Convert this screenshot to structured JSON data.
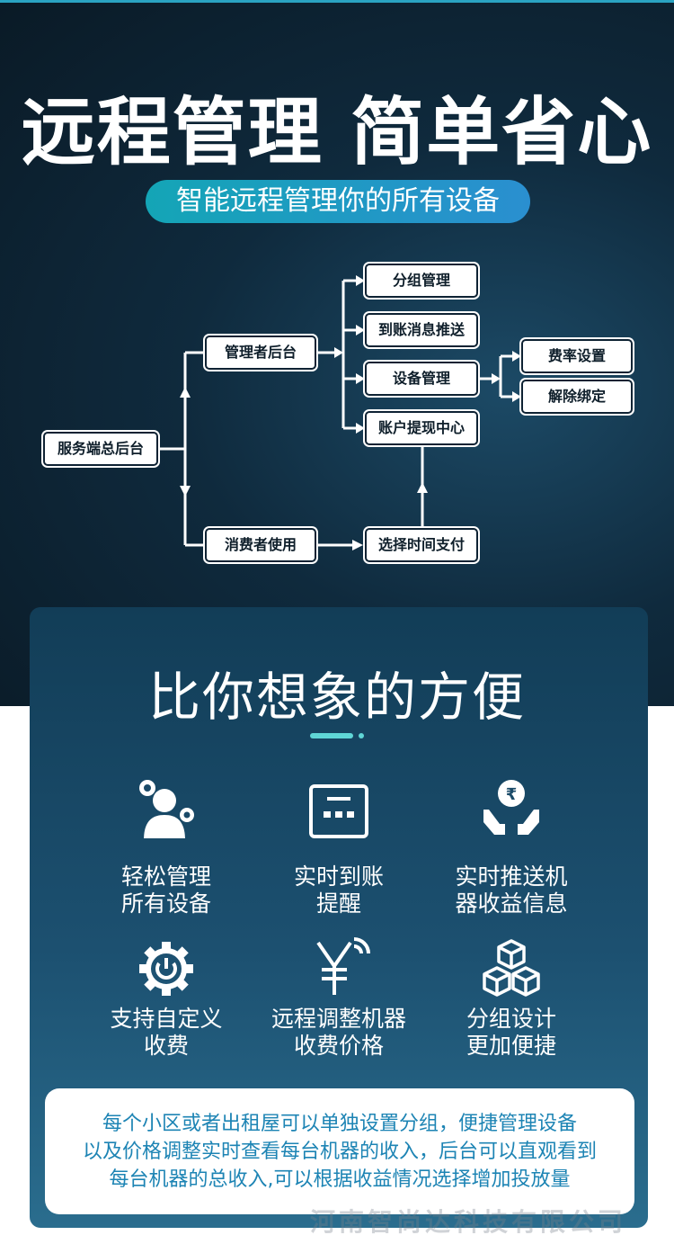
{
  "header": {
    "title": "远程管理 简单省心",
    "subtitle": "智能远程管理你的所有设备"
  },
  "flowchart": {
    "root": "服务端总后台",
    "admin": "管理者后台",
    "consumer": "消费者使用",
    "group": "分组管理",
    "push": "到账消息推送",
    "device": "设备管理",
    "withdraw": "账户提现中心",
    "fee": "费率设置",
    "unbind": "解除绑定",
    "pay": "选择时间支付"
  },
  "card": {
    "title": "比你想象的方便",
    "features": [
      {
        "icon": "user-gears-icon",
        "label": "轻松管理\n所有设备"
      },
      {
        "icon": "terminal-icon",
        "label": "实时到账\n提醒"
      },
      {
        "icon": "hands-coin-icon",
        "label": "实时推送机\n器收益信息"
      },
      {
        "icon": "gear-icon",
        "label": "支持自定义\n收费"
      },
      {
        "icon": "yen-signal-icon",
        "label": "远程调整机器\n收费价格"
      },
      {
        "icon": "boxes-icon",
        "label": "分组设计\n更加便捷"
      }
    ],
    "description": [
      "每个小区或者出租屋可以单独设置分组，便捷管理设备",
      "以及价格调整实时查看每台机器的收入，后台可以直观看到",
      "每台机器的总收入,可以根据收益情况选择增加投放量"
    ]
  },
  "watermark": "河南智尚达科技有限公司"
}
